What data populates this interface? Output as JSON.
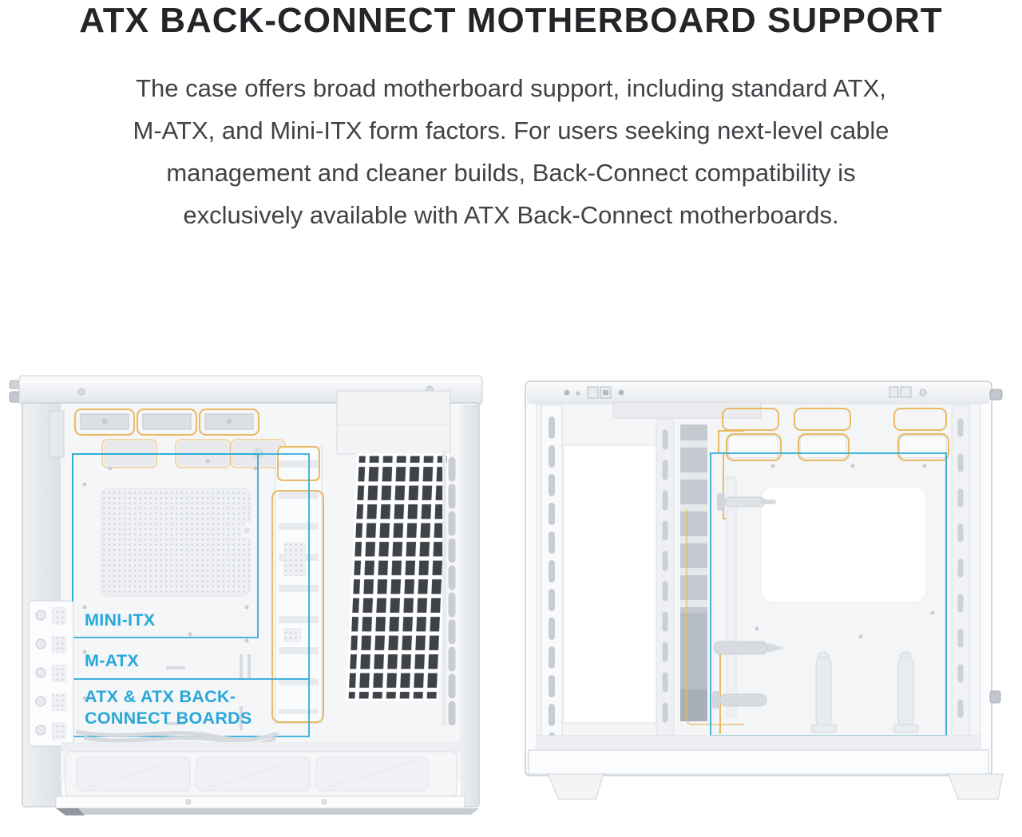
{
  "title": "ATX BACK-CONNECT MOTHERBOARD SUPPORT",
  "paragraph": {
    "lines": [
      "The case offers broad motherboard support, including standard ATX,",
      "M-ATX, and Mini-ITX form factors. For users seeking next-level cable",
      "management and cleaner builds, Back-Connect compatibility is",
      "exclusively available with ATX Back-Connect motherboards."
    ]
  },
  "figures": {
    "left": {
      "annotations": {
        "mini_itx": "MINI-ITX",
        "m_atx": "M-ATX",
        "atx": "ATX & ATX BACK-CONNECT BOARDS"
      }
    }
  },
  "colors": {
    "annotation-cyan": "#29a8d8",
    "highlight-gold": "#e9ba62",
    "vent-dark": "#3e434a",
    "heading-text": "#232528",
    "body-text": "#3f4246"
  }
}
